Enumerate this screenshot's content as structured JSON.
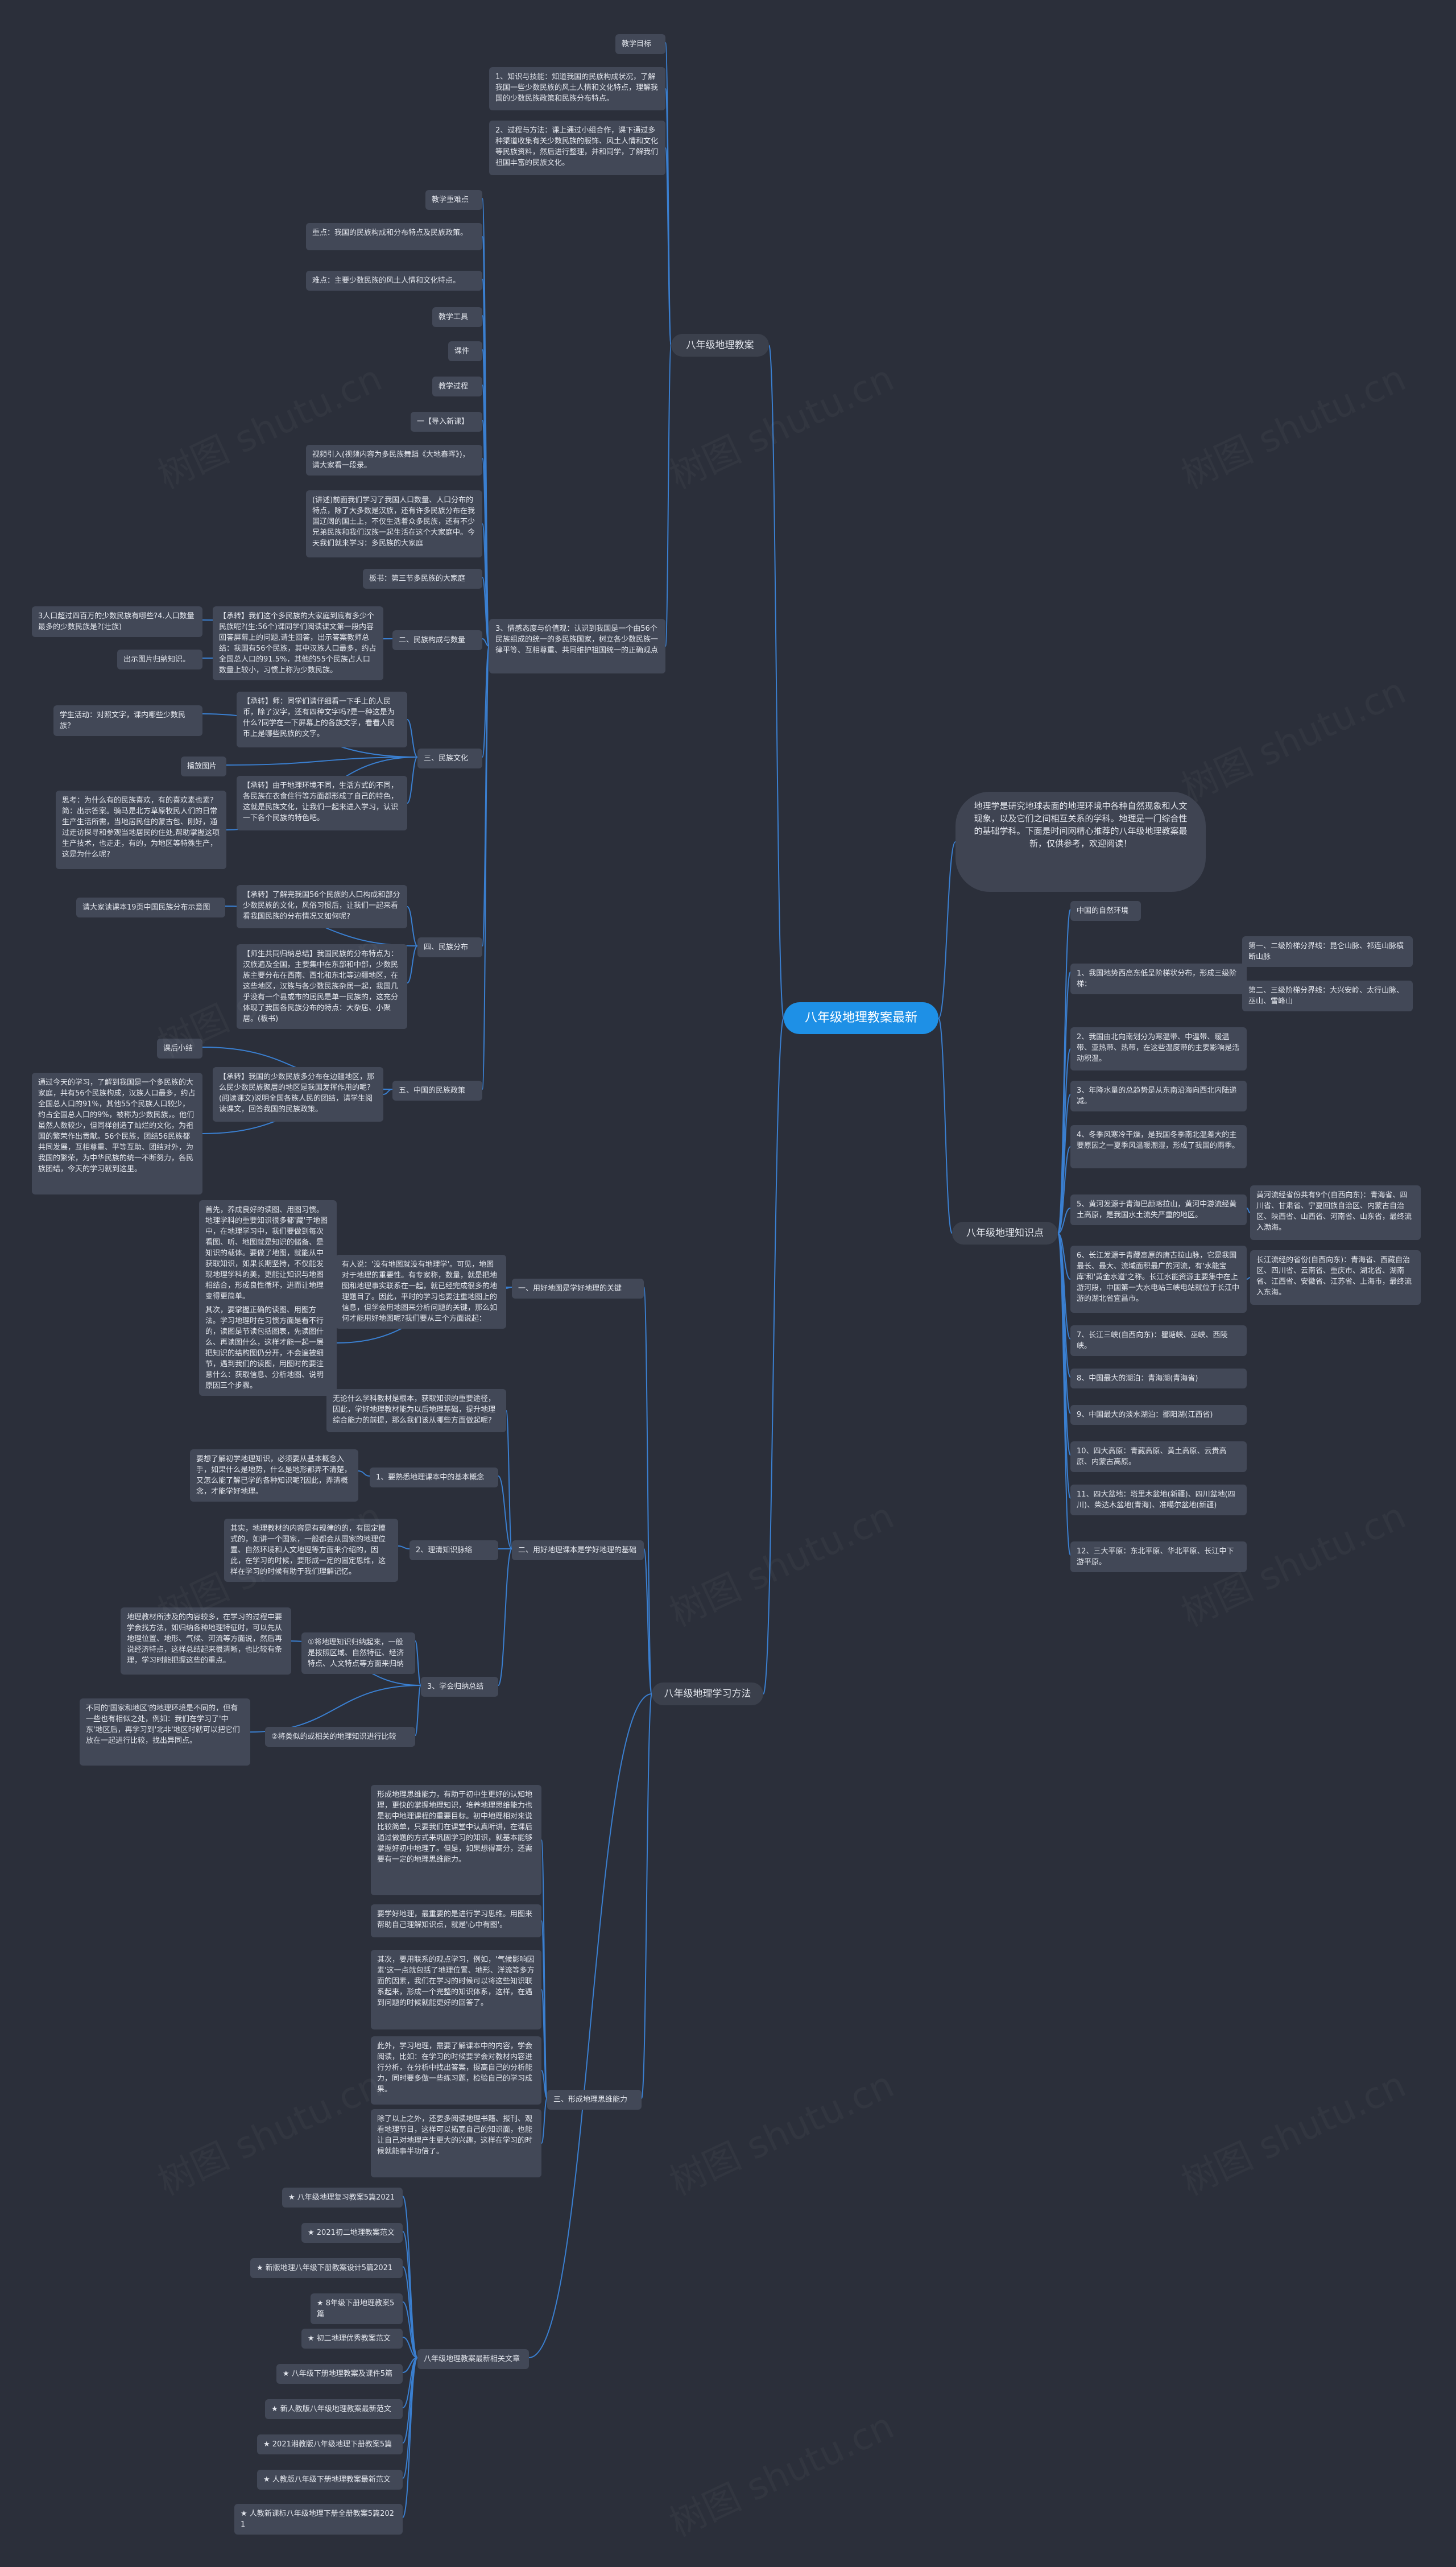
{
  "mindmap": {
    "root": "八年级地理教案最新",
    "intro": "地理学是研究地球表面的地理环境中各种自然现象和人文现象，以及它们之间相互关系的学科。地理是一门综合性的基础学科。下面是时间网精心推荐的八年级地理教案最新，仅供参考，欢迎阅读！",
    "branches": [
      {
        "id": "b1",
        "label": "八年级地理教案",
        "children": [
          {
            "id": "b1c1",
            "label": "教学目标"
          },
          {
            "id": "b1c2",
            "label": "1、知识与技能：知道我国的民族构成状况，了解我国一些少数民族的风土人情和文化特点，理解我国的少数民族政策和民族分布特点。"
          },
          {
            "id": "b1c3",
            "label": "2、过程与方法：课上通过小组合作，课下通过多种渠道收集有关少数民族的服饰、风土人情和文化等民族资料，然后进行整理，并和同学，了解我们祖国丰富的民族文化。"
          },
          {
            "id": "b1c4",
            "label": "3、情感态度与价值观：认识到我国是一个由56个民族组成的统一的多民族国家，树立各少数民族一律平等、互相尊重、共同维护祖国统一的正确观点",
            "children": [
              {
                "id": "b1c4a",
                "label": "教学重难点"
              },
              {
                "id": "b1c4b",
                "label": "重点：我国的民族构成和分布特点及民族政策。"
              },
              {
                "id": "b1c4c",
                "label": "难点：主要少数民族的风土人情和文化特点。"
              },
              {
                "id": "b1c4d",
                "label": "教学工具"
              },
              {
                "id": "b1c4e",
                "label": "课件"
              },
              {
                "id": "b1c4f",
                "label": "教学过程"
              },
              {
                "id": "b1c4g",
                "label": "一【导入新课】"
              },
              {
                "id": "b1c4h",
                "label": "视频引入(视频内容为多民族舞蹈《大地春晖》)，请大家看一段录。"
              },
              {
                "id": "b1c4i",
                "label": "(讲述)前面我们学习了我国人口数量、人口分布的特点，除了大多数是汉族，还有许多民族分布在我国辽阔的国土上，不仅生活着众多民族，还有不少兄弟民族和我们汉族一起生活在这个大家庭中。今天我们就来学习：多民族的大家庭"
              },
              {
                "id": "b1c4j",
                "label": "板书：第三节多民族的大家庭"
              },
              {
                "id": "b1c4k",
                "label": "二、民族构成与数量",
                "children": [
                  {
                    "id": "b1c4k1",
                    "label": "【承转】我们这个多民族的大家庭到底有多少个民族呢?(生:56个)课同学们阅读课文第一段内容回答屏幕上的问题,请生回答，出示答案教师总结：我国有56个民族，其中汉族人口最多，约占全国总人口的91.5%，其他的55个民族占人口数量上较小，习惯上称为少数民族。"
                  },
                  {
                    "id": "b1c4k2",
                    "label": "3人口超过四百万的少数民族有哪些?4.人口数量最多的少数民族是?(壮族)"
                  },
                  {
                    "id": "b1c4k3",
                    "label": "出示图片归纳知识。"
                  }
                ]
              },
              {
                "id": "b1c4l",
                "label": "三、民族文化",
                "children": [
                  {
                    "id": "b1c4l1",
                    "label": "学生活动：对照文字，课内哪些少数民族？"
                  },
                  {
                    "id": "b1c4l2",
                    "label": "【承转】师：同学们请仔细看一下手上的人民币，除了汉字，还有四种文字吗?是一种这是为什么?同学在一下屏幕上的各族文字，看看人民币上是哪些民族的文字。"
                  },
                  {
                    "id": "b1c4l3",
                    "label": "播放图片"
                  },
                  {
                    "id": "b1c4l4",
                    "label": "思考：为什么有的民族喜欢，有的喜欢素也素?简：出示答案。骑马是北方草原牧民人们的日常生产生活所需，当地居民住的蒙古包、刚好，通过走访探寻和参观当地居民的住处,帮助掌握这项生产技术，也走走，有的，为地区等特殊生产，这是为什么呢?"
                  },
                  {
                    "id": "b1c4l5",
                    "label": "【承转】由于地理环境不同，生活方式的不同，各民族在衣食住行等方面都形成了自己的特色，这就是民族文化，让我们一起来进入学习，认识一下各个民族的特色吧。"
                  }
                ]
              },
              {
                "id": "b1c4m",
                "label": "四、民族分布",
                "children": [
                  {
                    "id": "b1c4m1",
                    "label": "请大家读课本19页中国民族分布示意图"
                  },
                  {
                    "id": "b1c4m2",
                    "label": "【承转】了解完我国56个民族的人口构成和部分少数民族的文化，风俗习惯后，让我们一起来看看我国民族的分布情况又如何呢?"
                  },
                  {
                    "id": "b1c4m3",
                    "label": "【师生共同归纳总结】我国民族的分布特点为：汉族遍及全国，主要集中在东部和中部，少数民族主要分布在西南、西北和东北等边疆地区，在这些地区，汉族与各少数民族杂居一起，我国几乎没有一个县或市的居民是单一民族的，这充分体现了我国各民族分布的特点：大杂居、小聚居。(板书)"
                  }
                ]
              },
              {
                "id": "b1c4n",
                "label": "五、中国的民族政策",
                "children": [
                  {
                    "id": "b1c4n1",
                    "label": "课后小结"
                  },
                  {
                    "id": "b1c4n2",
                    "label": "通过今天的学习，了解到我国是一个多民族的大家庭，共有56个民族构成，汉族人口最多，约占全国总人口的91%，其他55个民族人口较少，约占全国总人口的9%，被称为少数民族，。他们虽然人数较少，但同样创造了灿烂的文化，为祖国的繁荣作出贡献。56个民族，团结56民族都共同发展，互相尊重、平等互助、团结对外，为我国的繁荣，为中华民族的统一不断努力，各民族团结，今天的学习就到这里。"
                  },
                  {
                    "id": "b1c4n3",
                    "label": "【承转】我国的少数民族多分布在边疆地区，那么民少数民族聚居的地区是我国发挥作用的呢?(阅读课文)说明全国各族人民的团结，请学生阅读课文，回答我国的民族政策。"
                  }
                ]
              }
            ]
          }
        ]
      },
      {
        "id": "b2",
        "label": "八年级地理知识点",
        "children": [
          {
            "id": "b2c0",
            "label": "中国的自然环境"
          },
          {
            "id": "b2c1",
            "label": "1、我国地势西高东低呈阶梯状分布，形成三级阶梯：",
            "children": [
              {
                "id": "b2c1a",
                "label": "第一、二级阶梯分界线：昆仑山脉、祁连山脉横断山脉"
              },
              {
                "id": "b2c1b",
                "label": "第二、三级阶梯分界线：大兴安岭、太行山脉、巫山、雪峰山"
              }
            ]
          },
          {
            "id": "b2c2",
            "label": "2、我国由北向南划分为寒温带、中温带、暖温带、亚热带、热带，在这些温度带的主要影响是活动积温。"
          },
          {
            "id": "b2c3",
            "label": "3、年降水量的总趋势是从东南沿海向西北内陆递减。"
          },
          {
            "id": "b2c4",
            "label": "4、冬季风寒冷干燥，是我国冬季南北温差大的主要原因之一夏季风温暖潮湿，形成了我国的雨季。"
          },
          {
            "id": "b2c5",
            "label": "5、黄河发源于青海巴颜喀拉山，黄河中游流经黄土高原，是我国水土流失严重的地区。",
            "children": [
              {
                "id": "b2c5a",
                "label": "黄河流经省份共有9个(自西向东)：青海省、四川省、甘肃省、宁夏回族自治区、内蒙古自治区、陕西省、山西省、河南省、山东省，最终流入渤海。"
              }
            ]
          },
          {
            "id": "b2c6",
            "label": "6、长江发源于青藏高原的唐古拉山脉，它是我国最长、最大、流域面积最广的河流，有'水能宝库'和'黄金水道'之称。长江水能资源主要集中在上游河段，中国第一大水电站三峡电站就位于长江中游的湖北省宜昌市。",
            "children": [
              {
                "id": "b2c6a",
                "label": "长江流经的省份(自西向东)：青海省、西藏自治区、四川省、云南省、重庆市、湖北省、湖南省、江西省、安徽省、江苏省、上海市，最终流入东海。"
              }
            ]
          },
          {
            "id": "b2c7",
            "label": "7、长江三峡(自西向东)：瞿塘峡、巫峡、西陵峡。"
          },
          {
            "id": "b2c8",
            "label": "8、中国最大的湖泊：青海湖(青海省)"
          },
          {
            "id": "b2c9",
            "label": "9、中国最大的淡水湖泊：鄱阳湖(江西省)"
          },
          {
            "id": "b2c10",
            "label": "10、四大高原：青藏高原、黄土高原、云贵高原、内蒙古高原。"
          },
          {
            "id": "b2c11",
            "label": "11、四大盆地：塔里木盆地(新疆)、四川盆地(四川)、柴达木盆地(青海)、准噶尔盆地(新疆)"
          },
          {
            "id": "b2c12",
            "label": "12、三大平原：东北平原、华北平原、长江中下游平原。"
          }
        ]
      },
      {
        "id": "b3",
        "label": "八年级地理学习方法",
        "children": [
          {
            "id": "b3c1",
            "label": "一、用好地图是学好地理的关键",
            "children": [
              {
                "id": "b3c1a",
                "label": "首先，养成良好的读图、用图习惯。地理学科的重要知识很多都'藏'于地图中，在地理学习中，我们要做到每次看图、听、地图就是知识的储备、是知识的载体。要做了地图，就能从中获取知识，如果长期坚持，不仅能发现地理学科的美，更能让知识与地图相结合，形成良性循环，进而让地理变得更简单。"
              },
              {
                "id": "b3c1b",
                "label": "其次，要掌握正确的读图、用图方法。学习地理时在习惯方面是看不行的，读图是节读包括图表，先读图什么、再读图什么，这样才能一起一层把知识的结构图仍分开，不会遍被细节，遇到我们的读图，用图时的要注意什么：获取信息、分析地图、说明原因三个步骤。"
              },
              {
                "id": "b3c1c",
                "label": "有人说：'没有地图就没有地理学'。可见，地图对于地理的重要性。有专家称，数量，就是把地图和地理事实联系在一起，就已经完成很多的地理题目了。因此，平时的学习也要注重地图上的信息，但学会用地图来分析问题的关键，那么如何才能用好地图呢?我们要从三个方面说起："
              }
            ]
          },
          {
            "id": "b3c2",
            "label": "二、用好地理课本是学好地理的基础",
            "children": [
              {
                "id": "b3c2a",
                "label": "无论什么学科教材是根本，获取知识的重要途径，因此，学好地理教材能为以后地理基础，提升地理综合能力的前提，那么我们该从哪些方面做起呢?"
              },
              {
                "id": "b3c2b",
                "label": "1、要熟悉地理课本中的基本概念",
                "children": [
                  {
                    "id": "b3c2b1",
                    "label": "要想了解初学地理知识，必须要从基本概念入手，如果什么是地势，什么是地形都弄不清楚，又怎么能了解已学的各种知识呢?因此，弄清概念，才能学好地理。"
                  }
                ]
              },
              {
                "id": "b3c2c",
                "label": "2、理清知识脉络",
                "children": [
                  {
                    "id": "b3c2c1",
                    "label": "其实，地理教材的内容是有规律的的，有固定模式的，如讲一个国家，一般都会从国家的地理位置、自然环境和人文地理等方面来介绍的，因此，在学习的时候，要形成一定的固定思维，这样在学习的时候有助于我们理解记忆。"
                  }
                ]
              },
              {
                "id": "b3c2d",
                "label": "3、学会归纳总结",
                "children": [
                  {
                    "id": "b3c2d1",
                    "label": "①将地理知识归纳起来，一般是按照区域、自然特征、经济特点、人文特点等方面来归纳"
                  },
                  {
                    "id": "b3c2d2",
                    "label": "地理教材所涉及的内容较多，在学习的过程中要学会找方法，如归纳各种地理特征时，可以先从地理位置、地形、气候、河流等方面说，然后再说经济特点，这样总结起来很清晰，也比较有条理，学习时能把握这些的重点。"
                  },
                  {
                    "id": "b3c2d3",
                    "label": "②将类似的或相关的地理知识进行比较"
                  },
                  {
                    "id": "b3c2d4",
                    "label": "不同的'国家和地区'的地理环境是不同的，但有一些也有相似之处，例如：我们在学习了'中东'地区后，再学习到'北非'地区时就可以把它们放在一起进行比较，找出异同点。"
                  }
                ]
              }
            ]
          },
          {
            "id": "b3c3",
            "label": "三、形成地理思维能力",
            "children": [
              {
                "id": "b3c3a",
                "label": "形成地理思维能力，有助于初中生更好的认知地理，更快的掌握地理知识，培养地理思维能力也是初中地理课程的重要目标。初中地理相对来说比较简单，只要我们在课堂中认真听讲，在课后通过做题的方式来巩固学习的知识，就基本能够掌握好初中地理了。但是，如果想得高分，还需要有一定的地理思维能力。"
              },
              {
                "id": "b3c3b",
                "label": "要学好地理，最重要的是进行学习思维。用图来帮助自己理解知识点，就是'心中有图'。"
              },
              {
                "id": "b3c3c",
                "label": "其次，要用联系的观点学习，例如，'气候影响因素'这一点就包括了地理位置、地形、洋流等多方面的因素，我们在学习的时候可以将这些知识联系起来，形成一个完整的知识体系，这样，在遇到问题的时候就能更好的回答了。"
              },
              {
                "id": "b3c3d",
                "label": "此外，学习地理，需要了解课本中的内容，学会阅读，比如：在学习的时候要学会对教材内容进行分析，在分析中找出答案，提高自己的分析能力，同时要多做一些练习题，检验自己的学习成果。"
              },
              {
                "id": "b3c3e",
                "label": "除了以上之外，还要多阅读地理书籍、报刊、观看地理节目，这样可以拓宽自己的知识面，也能让自己对地理产生更大的兴趣，这样在学习的时候就能事半功倍了。"
              }
            ]
          },
          {
            "id": "b3c4",
            "label": "八年级地理教案最新相关文章",
            "children": [
              {
                "id": "b3c4a",
                "label": "★ 八年级地理复习教案5篇2021"
              },
              {
                "id": "b3c4b",
                "label": "★ 2021初二地理教案范文"
              },
              {
                "id": "b3c4c",
                "label": "★ 新版地理八年级下册教案设计5篇2021"
              },
              {
                "id": "b3c4d",
                "label": "★ 8年级下册地理教案5篇"
              },
              {
                "id": "b3c4e",
                "label": "★ 初二地理优秀教案范文"
              },
              {
                "id": "b3c4f",
                "label": "★ 八年级下册地理教案及课件5篇"
              },
              {
                "id": "b3c4g",
                "label": "★ 新人教版八年级地理教案最新范文"
              },
              {
                "id": "b3c4h",
                "label": "★ 2021湘教版八年级地理下册教案5篇"
              },
              {
                "id": "b3c4i",
                "label": "★ 人教版八年级下册地理教案最新范文"
              },
              {
                "id": "b3c4j",
                "label": "★ 人教新课标八年级地理下册全册教案5篇2021"
              }
            ]
          }
        ]
      }
    ]
  },
  "watermark": "树图 shutu.cn",
  "colors": {
    "background": "#2b2f3a",
    "node": "#424857",
    "link": "#3a7fd0",
    "root": "#1e90e6"
  }
}
